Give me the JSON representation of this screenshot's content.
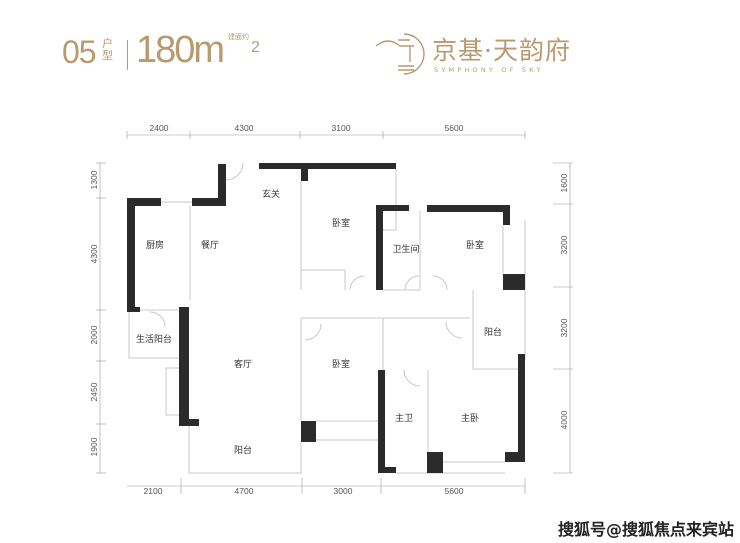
{
  "header": {
    "unit_type_number": "05",
    "unit_type_suffix": "户型",
    "area_value": "180m",
    "area_note": "建面约",
    "area_sup": "2"
  },
  "brand": {
    "name_cn": "京基·天韵府",
    "name_en": "SYMPHONY OF SKY",
    "color": "#b89a6e"
  },
  "dimensions": {
    "top": [
      "2400",
      "4300",
      "3100",
      "5600"
    ],
    "bottom": [
      "2100",
      "4700",
      "3000",
      "5600"
    ],
    "left": [
      "1300",
      "4300",
      "2000",
      "2450",
      "1900"
    ],
    "right": [
      "1600",
      "3200",
      "3200",
      "4000"
    ]
  },
  "rooms": {
    "entrance": "玄关",
    "bedroom_top": "卧室",
    "kitchen": "厨房",
    "dining": "餐厅",
    "bathroom": "卫生间",
    "bedroom_right": "卧室",
    "balcony_right": "阳台",
    "utility_balcony": "生活阳台",
    "living": "客厅",
    "bedroom_middle": "卧室",
    "master_bath": "主卫",
    "master_bedroom": "主卧",
    "balcony_bottom": "阳台"
  },
  "watermark": "搜狐号@搜狐焦点来宾站"
}
